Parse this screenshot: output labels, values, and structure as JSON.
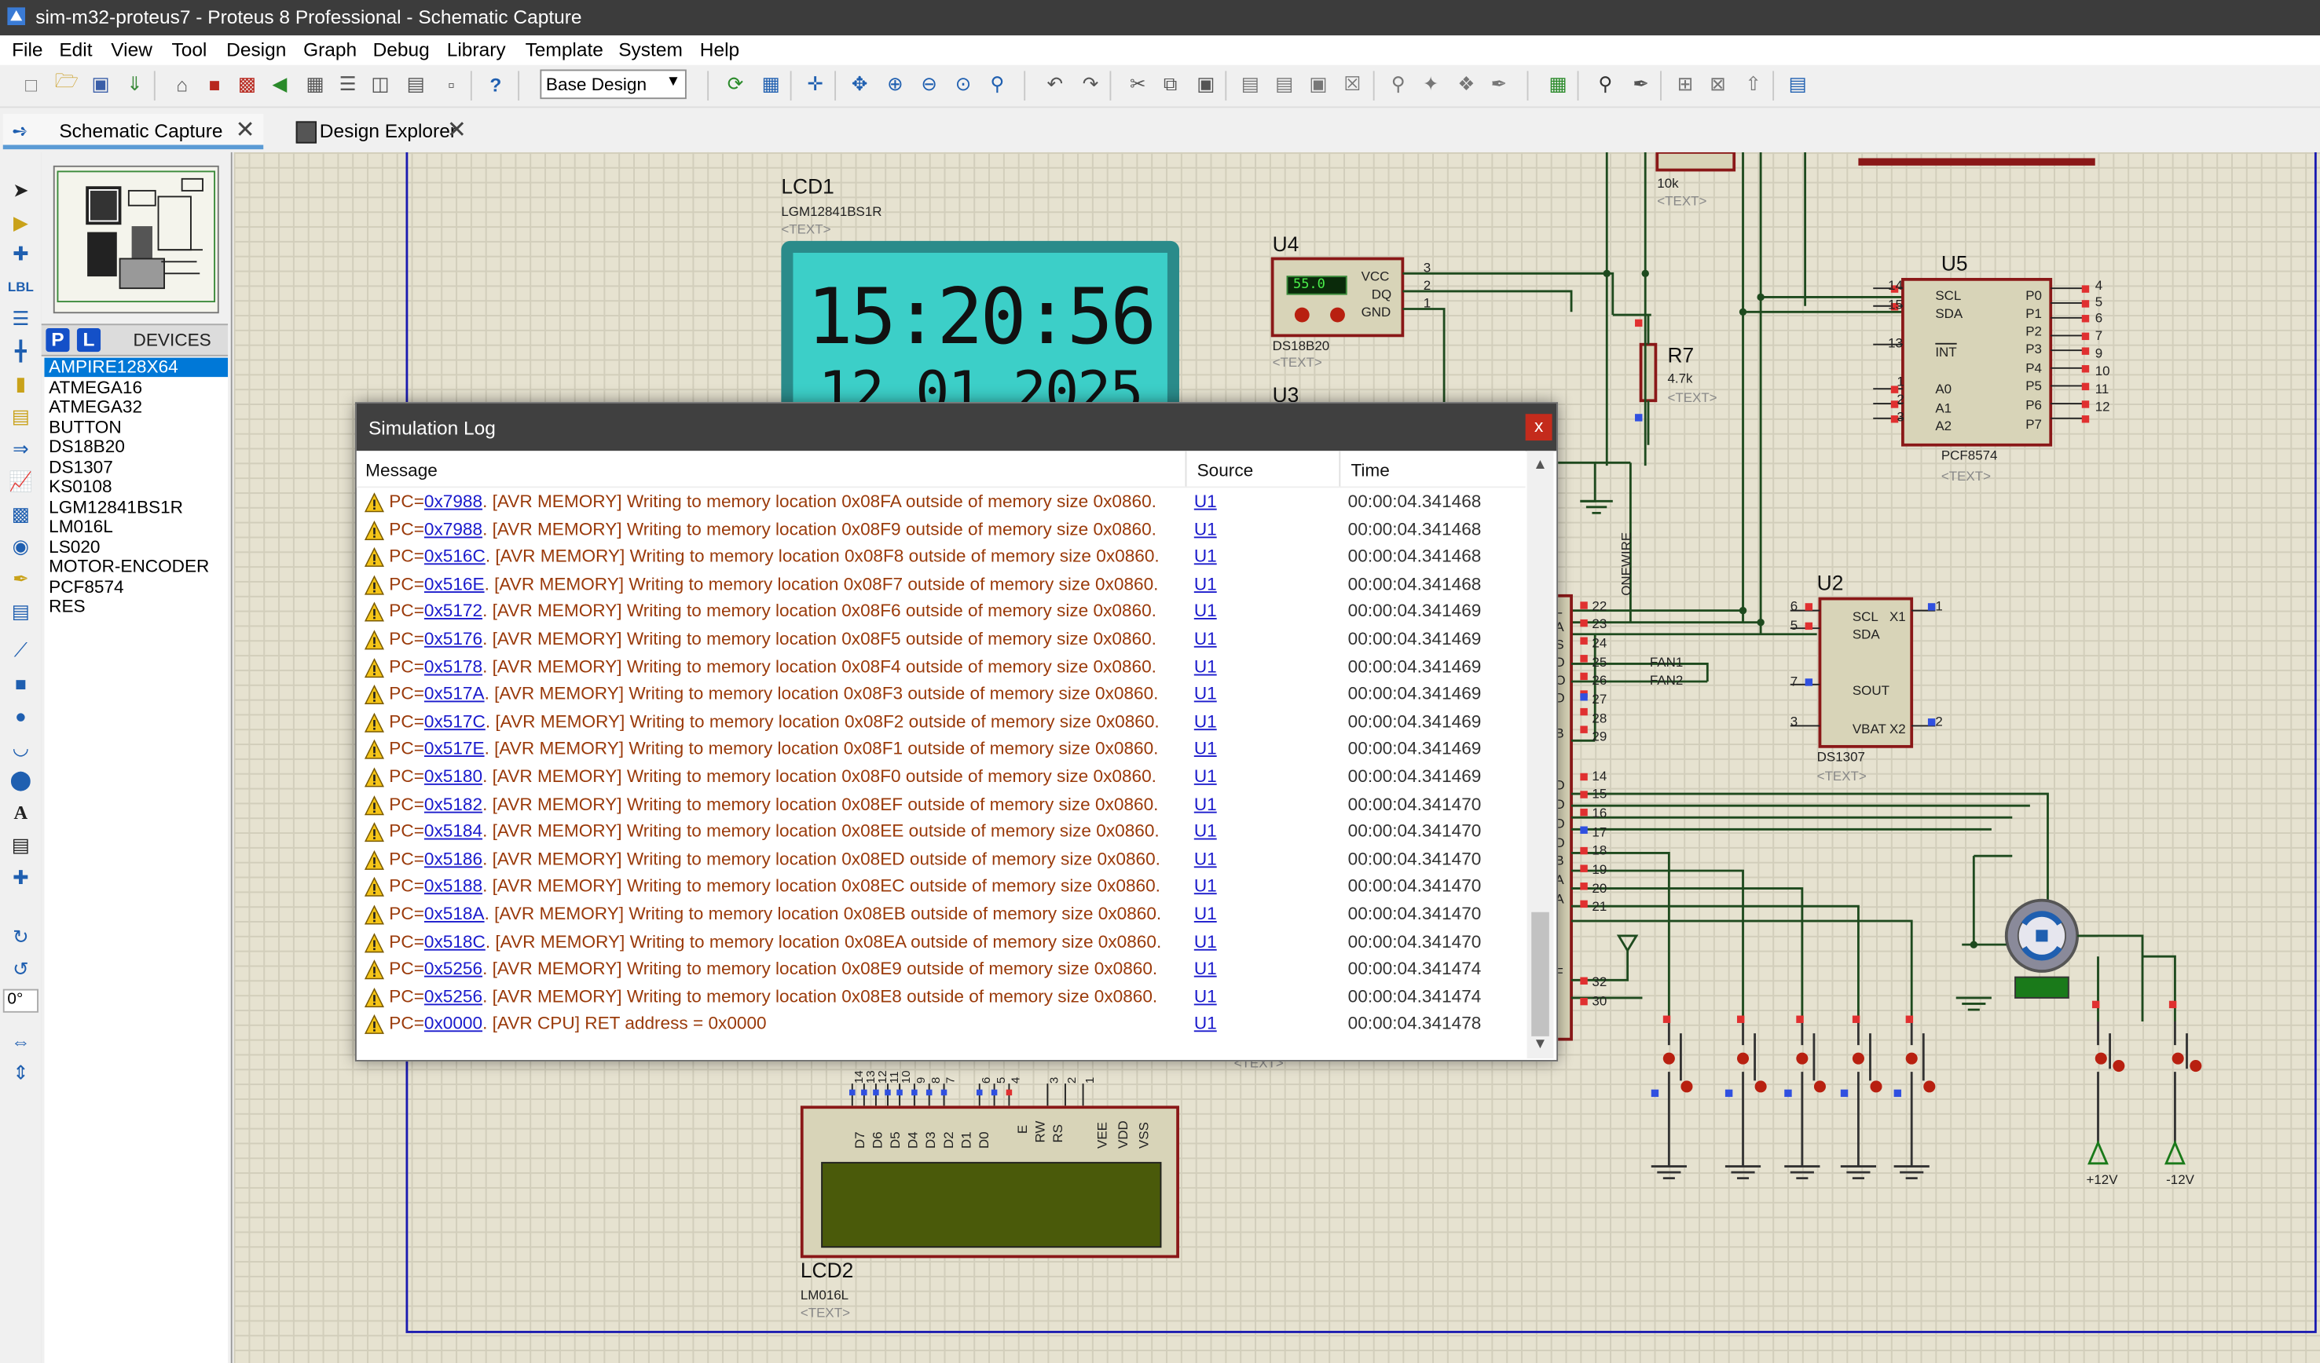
{
  "window": {
    "title": "sim-m32-proteus7 - Proteus 8 Professional - Schematic Capture"
  },
  "menu": [
    "File",
    "Edit",
    "View",
    "Tool",
    "Design",
    "Graph",
    "Debug",
    "Library",
    "Template",
    "System",
    "Help"
  ],
  "toolbar": {
    "design_select": "Base Design"
  },
  "tabs": [
    {
      "label": "Schematic Capture"
    },
    {
      "label": "Design Explorer"
    }
  ],
  "left_tools": {
    "rotation": "0°"
  },
  "devices_panel": {
    "p_button": "P",
    "l_button": "L",
    "title": "DEVICES",
    "items": [
      "AMPIRE128X64",
      "ATMEGA16",
      "ATMEGA32",
      "BUTTON",
      "DS18B20",
      "DS1307",
      "KS0108",
      "LGM12841BS1R",
      "LM016L",
      "LS020",
      "MOTOR-ENCODER",
      "PCF8574",
      "RES"
    ],
    "selected": "AMPIRE128X64"
  },
  "schematic": {
    "lcd1": {
      "ref": "LCD1",
      "part": "LGM12841BS1R",
      "text": "<TEXT>",
      "time": "15:20:56",
      "date": "12.01.2025"
    },
    "u4": {
      "ref": "U4",
      "part": "DS18B20",
      "text": "<TEXT>",
      "temp": "55.0",
      "pins": [
        "VCC",
        "DQ",
        "GND"
      ],
      "pin_numbers": [
        "3",
        "2",
        "1"
      ]
    },
    "u3": {
      "ref": "U3"
    },
    "r7": {
      "ref": "R7",
      "value": "4.7k",
      "text": "<TEXT>"
    },
    "r_top": {
      "value": "10k",
      "text": "<TEXT>"
    },
    "u5": {
      "ref": "U5",
      "part": "PCF8574",
      "text": "<TEXT>",
      "left_pins": [
        "SCL",
        "SDA",
        "INT",
        "A0",
        "A1",
        "A2"
      ],
      "left_numbers": [
        "14",
        "15",
        "13",
        "1",
        "2",
        "3"
      ],
      "right_pins": [
        "P0",
        "P1",
        "P2",
        "P3",
        "P4",
        "P5",
        "P6",
        "P7"
      ],
      "right_numbers": [
        "4",
        "5",
        "6",
        "7",
        "9",
        "10",
        "11",
        "12"
      ]
    },
    "u2": {
      "ref": "U2",
      "part": "DS1307",
      "text": "<TEXT>",
      "left_pins": [
        "SCL",
        "SDA",
        "SOUT",
        "VBAT"
      ],
      "left_numbers": [
        "6",
        "5",
        "7",
        "3"
      ],
      "right_pins": [
        "X1",
        "X2"
      ],
      "right_numbers": [
        "1",
        "2"
      ]
    },
    "onewire": "ONEWIRE",
    "fan1": "FAN1",
    "fan2": "FAN2",
    "mcu_pins_upper": [
      "22",
      "23",
      "24",
      "25",
      "26",
      "27",
      "28",
      "29"
    ],
    "mcu_letters_upper": [
      "L",
      "A",
      "S",
      "D",
      "O",
      "D",
      "I",
      "B"
    ],
    "mcu_pins_lower": [
      "14",
      "15",
      "16",
      "17",
      "18",
      "19",
      "20",
      "21"
    ],
    "mcu_letters_lower": [
      "D",
      "D",
      "D",
      "D",
      "B",
      "A",
      "A",
      "F"
    ],
    "mcu_pins_bottom": [
      "32",
      "30"
    ],
    "lcd2": {
      "ref": "LCD2",
      "part": "LM016L",
      "text": "<TEXT>",
      "pins": [
        "D7",
        "D6",
        "D5",
        "D4",
        "D3",
        "D2",
        "D1",
        "D0",
        "E",
        "RW",
        "RS",
        "VEE",
        "VDD",
        "VSS"
      ],
      "pin_numbers": [
        "14",
        "13",
        "12",
        "11",
        "10",
        "9",
        "8",
        "7",
        "6",
        "5",
        "4",
        "3",
        "2",
        "1"
      ]
    },
    "power": {
      "pos": "+12V",
      "neg": "-12V"
    },
    "ghost_text": "<TEXT>"
  },
  "sim_log": {
    "title": "Simulation Log",
    "close": "x",
    "columns": {
      "message": "Message",
      "source": "Source",
      "time": "Time"
    },
    "rows": [
      {
        "pc": "0x7988",
        "msg": ". [AVR MEMORY] Writing to memory location 0x08FA outside of memory size 0x0860.",
        "src": "U1",
        "time": "00:00:04.341468"
      },
      {
        "pc": "0x7988",
        "msg": ". [AVR MEMORY] Writing to memory location 0x08F9 outside of memory size 0x0860.",
        "src": "U1",
        "time": "00:00:04.341468"
      },
      {
        "pc": "0x516C",
        "msg": ". [AVR MEMORY] Writing to memory location 0x08F8 outside of memory size 0x0860.",
        "src": "U1",
        "time": "00:00:04.341468"
      },
      {
        "pc": "0x516E",
        "msg": ". [AVR MEMORY] Writing to memory location 0x08F7 outside of memory size 0x0860.",
        "src": "U1",
        "time": "00:00:04.341468"
      },
      {
        "pc": "0x5172",
        "msg": ". [AVR MEMORY] Writing to memory location 0x08F6 outside of memory size 0x0860.",
        "src": "U1",
        "time": "00:00:04.341469"
      },
      {
        "pc": "0x5176",
        "msg": ". [AVR MEMORY] Writing to memory location 0x08F5 outside of memory size 0x0860.",
        "src": "U1",
        "time": "00:00:04.341469"
      },
      {
        "pc": "0x5178",
        "msg": ". [AVR MEMORY] Writing to memory location 0x08F4 outside of memory size 0x0860.",
        "src": "U1",
        "time": "00:00:04.341469"
      },
      {
        "pc": "0x517A",
        "msg": ". [AVR MEMORY] Writing to memory location 0x08F3 outside of memory size 0x0860.",
        "src": "U1",
        "time": "00:00:04.341469"
      },
      {
        "pc": "0x517C",
        "msg": ". [AVR MEMORY] Writing to memory location 0x08F2 outside of memory size 0x0860.",
        "src": "U1",
        "time": "00:00:04.341469"
      },
      {
        "pc": "0x517E",
        "msg": ". [AVR MEMORY] Writing to memory location 0x08F1 outside of memory size 0x0860.",
        "src": "U1",
        "time": "00:00:04.341469"
      },
      {
        "pc": "0x5180",
        "msg": ". [AVR MEMORY] Writing to memory location 0x08F0 outside of memory size 0x0860.",
        "src": "U1",
        "time": "00:00:04.341469"
      },
      {
        "pc": "0x5182",
        "msg": ". [AVR MEMORY] Writing to memory location 0x08EF outside of memory size 0x0860.",
        "src": "U1",
        "time": "00:00:04.341470"
      },
      {
        "pc": "0x5184",
        "msg": ". [AVR MEMORY] Writing to memory location 0x08EE outside of memory size 0x0860.",
        "src": "U1",
        "time": "00:00:04.341470"
      },
      {
        "pc": "0x5186",
        "msg": ". [AVR MEMORY] Writing to memory location 0x08ED outside of memory size 0x0860.",
        "src": "U1",
        "time": "00:00:04.341470"
      },
      {
        "pc": "0x5188",
        "msg": ". [AVR MEMORY] Writing to memory location 0x08EC outside of memory size 0x0860.",
        "src": "U1",
        "time": "00:00:04.341470"
      },
      {
        "pc": "0x518A",
        "msg": ". [AVR MEMORY] Writing to memory location 0x08EB outside of memory size 0x0860.",
        "src": "U1",
        "time": "00:00:04.341470"
      },
      {
        "pc": "0x518C",
        "msg": ". [AVR MEMORY] Writing to memory location 0x08EA outside of memory size 0x0860.",
        "src": "U1",
        "time": "00:00:04.341470"
      },
      {
        "pc": "0x5256",
        "msg": ". [AVR MEMORY] Writing to memory location 0x08E9 outside of memory size 0x0860.",
        "src": "U1",
        "time": "00:00:04.341474"
      },
      {
        "pc": "0x5256",
        "msg": ". [AVR MEMORY] Writing to memory location 0x08E8 outside of memory size 0x0860.",
        "src": "U1",
        "time": "00:00:04.341474"
      },
      {
        "pc": "0x0000",
        "msg": ". [AVR CPU] RET address = 0x0000",
        "src": "U1",
        "time": "00:00:04.341478"
      }
    ],
    "pc_prefix": "PC="
  },
  "colors": {
    "accent": "#0078d7",
    "warning_text": "#9a3a0a",
    "link": "#1a1acc",
    "canvas": "#e6e2d0",
    "wire": "#1e4a1e",
    "part_border": "#8a1818"
  }
}
